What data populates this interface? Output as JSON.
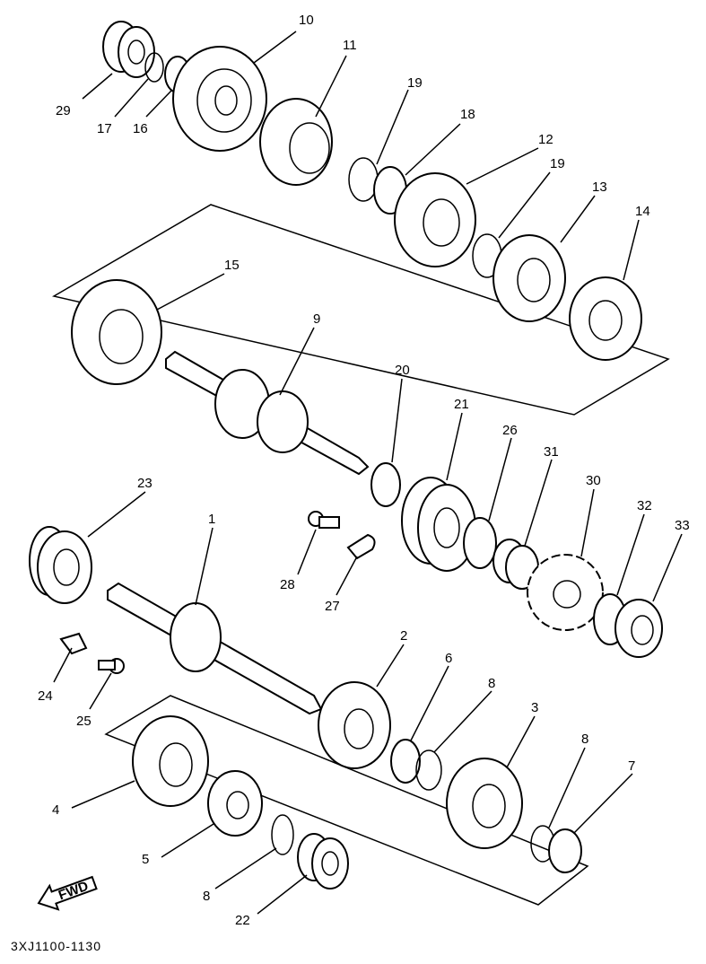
{
  "diagram_code": "3XJ1100-1130",
  "fwd_label": "FWD",
  "callouts": [
    {
      "id": "c1",
      "text": "1"
    },
    {
      "id": "c2",
      "text": "2"
    },
    {
      "id": "c3",
      "text": "3"
    },
    {
      "id": "c4",
      "text": "4"
    },
    {
      "id": "c5",
      "text": "5"
    },
    {
      "id": "c6",
      "text": "6"
    },
    {
      "id": "c7",
      "text": "7"
    },
    {
      "id": "c8a",
      "text": "8"
    },
    {
      "id": "c8b",
      "text": "8"
    },
    {
      "id": "c8c",
      "text": "8"
    },
    {
      "id": "c9",
      "text": "9"
    },
    {
      "id": "c10",
      "text": "10"
    },
    {
      "id": "c11",
      "text": "11"
    },
    {
      "id": "c12",
      "text": "12"
    },
    {
      "id": "c13",
      "text": "13"
    },
    {
      "id": "c14",
      "text": "14"
    },
    {
      "id": "c15",
      "text": "15"
    },
    {
      "id": "c16",
      "text": "16"
    },
    {
      "id": "c17",
      "text": "17"
    },
    {
      "id": "c18",
      "text": "18"
    },
    {
      "id": "c19a",
      "text": "19"
    },
    {
      "id": "c19b",
      "text": "19"
    },
    {
      "id": "c20",
      "text": "20"
    },
    {
      "id": "c21",
      "text": "21"
    },
    {
      "id": "c22",
      "text": "22"
    },
    {
      "id": "c23",
      "text": "23"
    },
    {
      "id": "c24",
      "text": "24"
    },
    {
      "id": "c25",
      "text": "25"
    },
    {
      "id": "c26",
      "text": "26"
    },
    {
      "id": "c27",
      "text": "27"
    },
    {
      "id": "c28",
      "text": "28"
    },
    {
      "id": "c29",
      "text": "29"
    },
    {
      "id": "c30",
      "text": "30"
    },
    {
      "id": "c31",
      "text": "31"
    },
    {
      "id": "c32",
      "text": "32"
    },
    {
      "id": "c33",
      "text": "33"
    }
  ]
}
